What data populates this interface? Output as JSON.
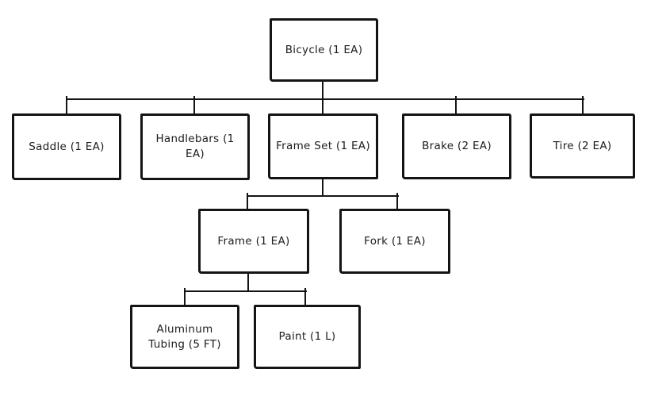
{
  "diagram": {
    "type": "tree",
    "description": "Bill of materials tree diagram for a bicycle, hand-drawn style, black boxes and connector lines on white background",
    "background_color": "#ffffff",
    "line_color": "#141414",
    "box_fill": "#ffffff",
    "hierarchy": {
      "name": "Bicycle",
      "qty": "1 EA",
      "children": [
        {
          "name": "Saddle",
          "qty": "1 EA"
        },
        {
          "name": "Handlebars",
          "qty": "1 EA"
        },
        {
          "name": "Frame Set",
          "qty": "1 EA",
          "children": [
            {
              "name": "Frame",
              "qty": "1 EA",
              "children": [
                {
                  "name": "Aluminum Tubing",
                  "qty": "5 FT"
                },
                {
                  "name": "Paint",
                  "qty": "1 L"
                }
              ]
            },
            {
              "name": "Fork",
              "qty": "1 EA"
            }
          ]
        },
        {
          "name": "Brake",
          "qty": "2 EA"
        },
        {
          "name": "Tire",
          "qty": "2 EA"
        }
      ]
    }
  },
  "nodes": {
    "bicycle": {
      "label": "Bicycle (1 EA)"
    },
    "saddle": {
      "label": "Saddle (1 EA)"
    },
    "handlebars": {
      "label": "Handlebars (1 EA)"
    },
    "frame_set": {
      "label": "Frame Set (1 EA)"
    },
    "brake": {
      "label": "Brake (2 EA)"
    },
    "tire": {
      "label": "Tire (2 EA)"
    },
    "frame": {
      "label": "Frame (1 EA)"
    },
    "fork": {
      "label": "Fork (1 EA)"
    },
    "aluminum_tubing": {
      "label": "Aluminum Tubing (5 FT)",
      "line1": "Aluminum",
      "line2": "Tubing (5 FT)"
    },
    "paint": {
      "label": "Paint (1 L)"
    }
  }
}
